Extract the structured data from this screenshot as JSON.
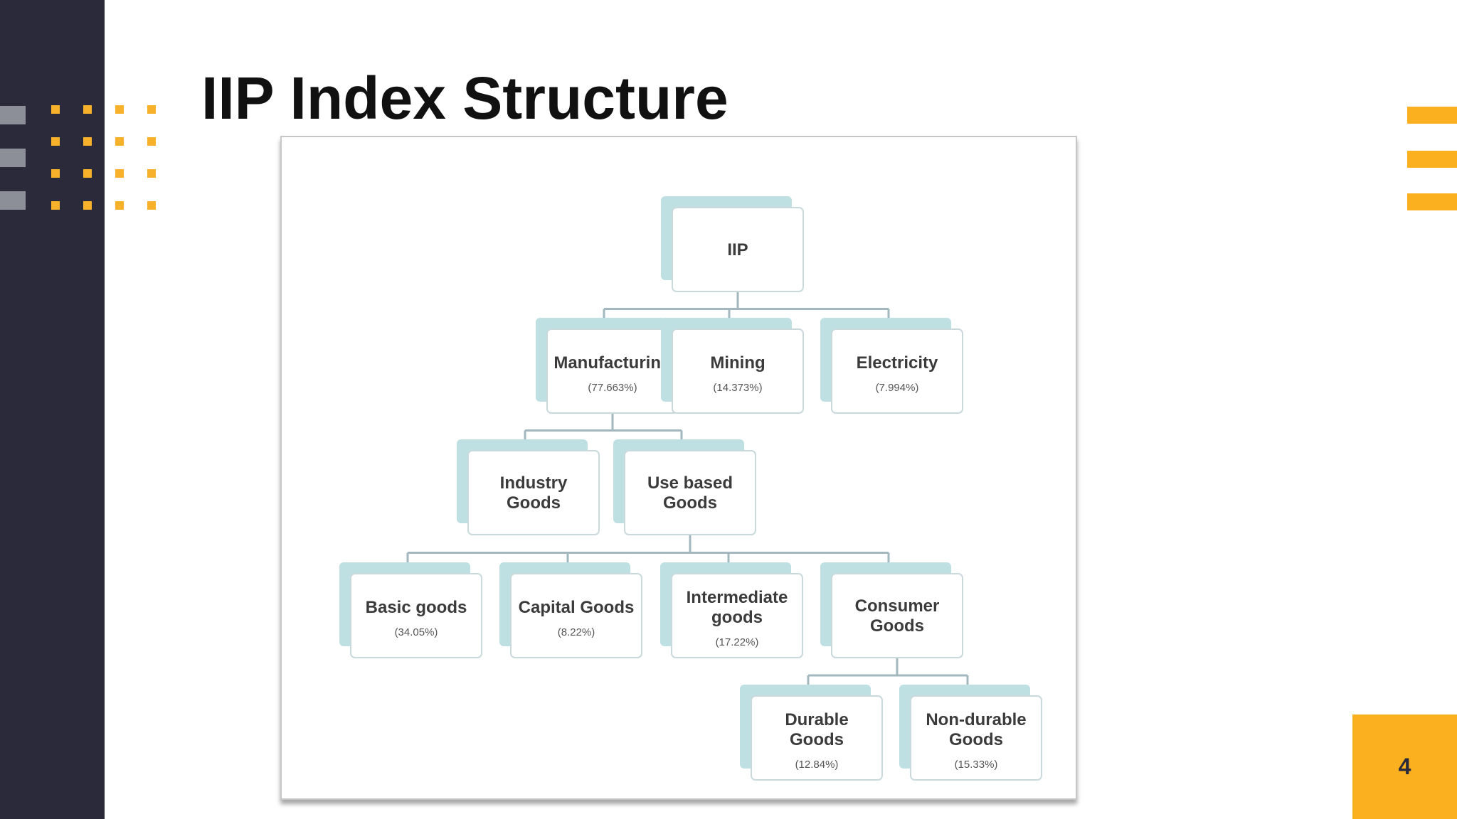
{
  "slide": {
    "title": "IIP Index Structure",
    "page_number": "4",
    "colors": {
      "sidebar": "#2a2a3a",
      "accent": "#fbb020",
      "dot": "#f8b12b",
      "grey_bar": "#8d8f98"
    }
  },
  "diagram": {
    "nodes": {
      "iip": {
        "label": [
          "IIP"
        ],
        "pct": ""
      },
      "manufacturing": {
        "label": [
          "Manufacturing"
        ],
        "pct": "(77.663%)"
      },
      "mining": {
        "label": [
          "Mining"
        ],
        "pct": "(14.373%)"
      },
      "electricity": {
        "label": [
          "Electricity"
        ],
        "pct": "(7.994%)"
      },
      "industry": {
        "label": [
          "Industry",
          "Goods"
        ],
        "pct": ""
      },
      "usebased": {
        "label": [
          "Use based",
          "Goods"
        ],
        "pct": ""
      },
      "basic": {
        "label": [
          "Basic goods"
        ],
        "pct": "(34.05%)"
      },
      "capital": {
        "label": [
          "Capital Goods"
        ],
        "pct": "(8.22%)"
      },
      "intermediate": {
        "label": [
          "Intermediate",
          "goods"
        ],
        "pct": "(17.22%)"
      },
      "consumer": {
        "label": [
          "Consumer",
          "Goods"
        ],
        "pct": ""
      },
      "durable": {
        "label": [
          "Durable",
          "Goods"
        ],
        "pct": "(12.84%)"
      },
      "nondurable": {
        "label": [
          "Non-durable",
          "Goods"
        ],
        "pct": "(15.33%)"
      }
    },
    "edges": [
      [
        "iip",
        "manufacturing"
      ],
      [
        "iip",
        "mining"
      ],
      [
        "iip",
        "electricity"
      ],
      [
        "manufacturing",
        "industry"
      ],
      [
        "manufacturing",
        "usebased"
      ],
      [
        "usebased",
        "basic"
      ],
      [
        "usebased",
        "capital"
      ],
      [
        "usebased",
        "intermediate"
      ],
      [
        "usebased",
        "consumer"
      ],
      [
        "consumer",
        "durable"
      ],
      [
        "consumer",
        "nondurable"
      ]
    ]
  }
}
